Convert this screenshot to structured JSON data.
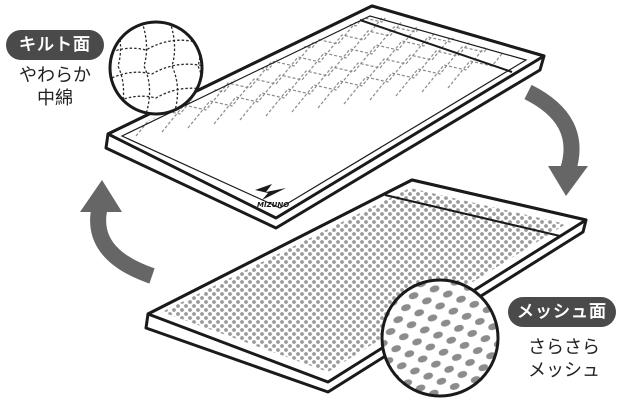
{
  "quilt_side": {
    "badge": "キルト面",
    "caption_line1": "やわらか",
    "caption_line2": "中綿"
  },
  "mesh_side": {
    "badge": "メッシュ面",
    "caption_line1": "さらさら",
    "caption_line2": "メッシュ"
  },
  "brand": {
    "logo_text": "MIZUNO"
  },
  "colors": {
    "dark_gray": "#4a4a4a",
    "arrow_gray": "#666666",
    "dot_gray": "#9a9a9a"
  }
}
